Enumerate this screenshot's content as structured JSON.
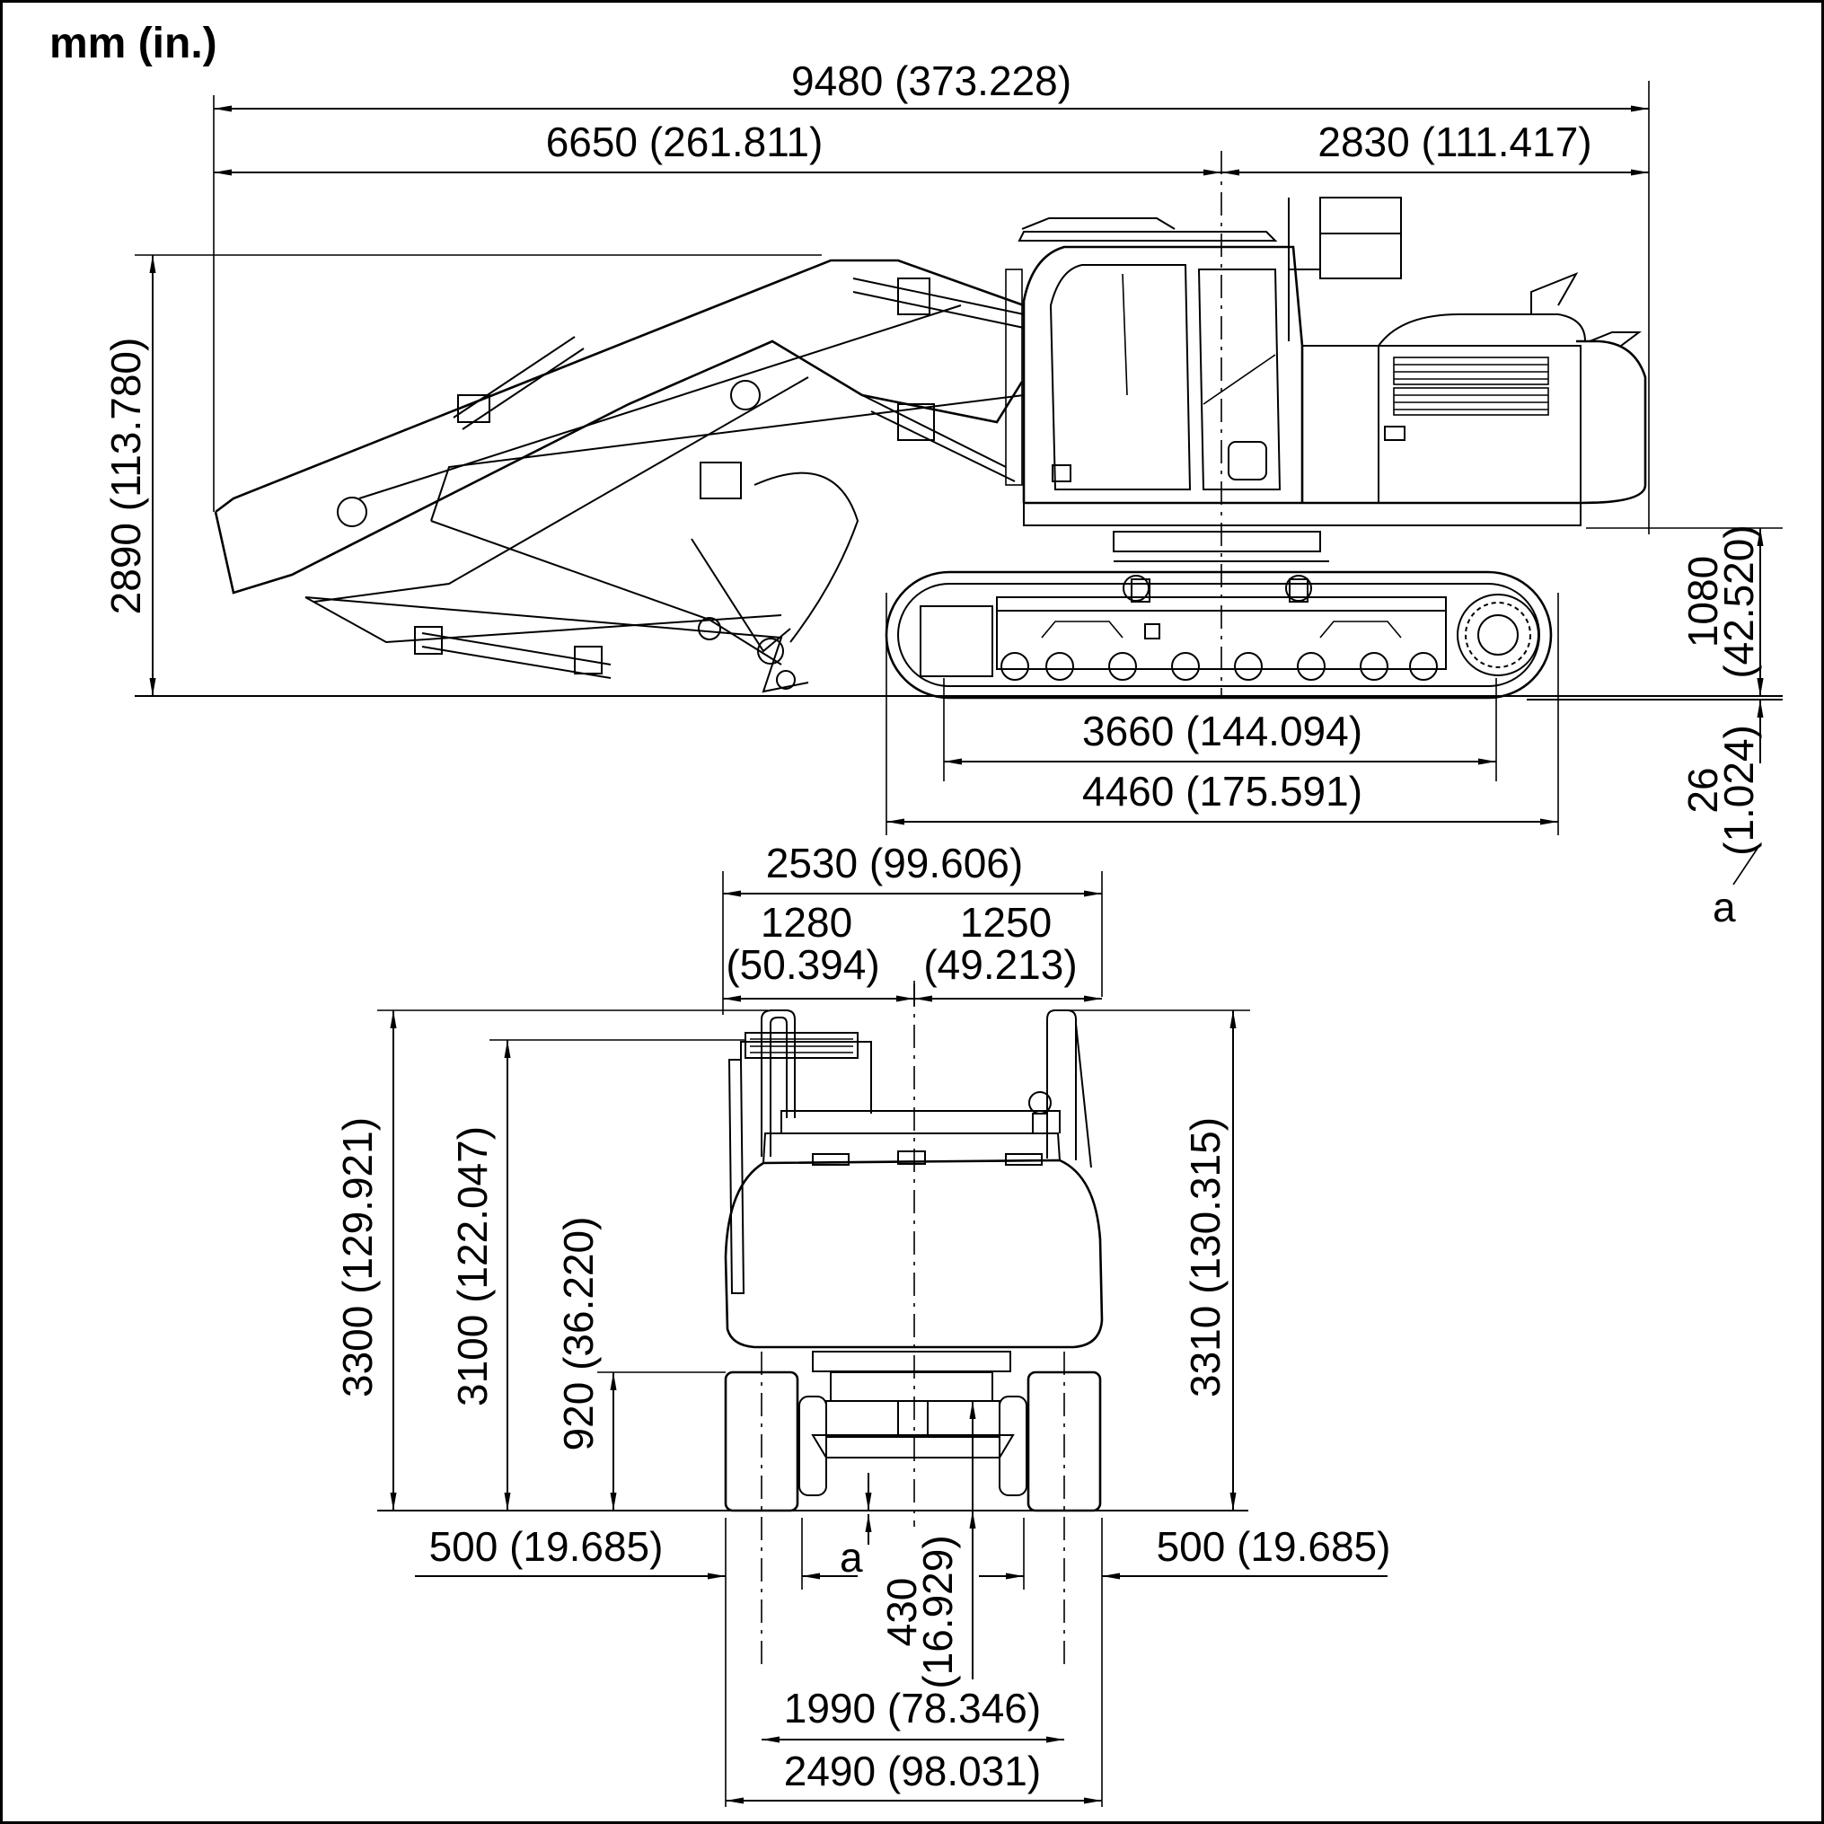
{
  "units_label": "mm (in.)",
  "side_view": {
    "overall_length": "9480 (373.228)",
    "front_reach": "6650 (261.811)",
    "tail_length": "2830 (111.417)",
    "transport_height": "2890 (113.780)",
    "track_height_mm": "1080",
    "track_height_in": "(42.520)",
    "tumbler_distance": "3660 (144.094)",
    "track_length": "4460 (175.591)",
    "grouser_height_mm": "26",
    "grouser_height_in": "(1.024)",
    "grouser_label": "a"
  },
  "front_view": {
    "upper_width": "2530 (99.606)",
    "left_width_mm": "1280",
    "left_width_in": "(50.394)",
    "right_width_mm": "1250",
    "right_width_in": "(49.213)",
    "handrail_height": "3300 (129.921)",
    "cab_height": "3100 (122.047)",
    "counterweight_clearance": "920 (36.220)",
    "handrail_height_right": "3310 (130.315)",
    "shoe_width_left": "500 (19.685)",
    "shoe_width_right": "500 (19.685)",
    "grouser_label": "a",
    "ground_clearance_mm": "430",
    "ground_clearance_in": "(16.929)",
    "track_gauge": "1990 (78.346)",
    "track_width": "2490 (98.031)"
  }
}
